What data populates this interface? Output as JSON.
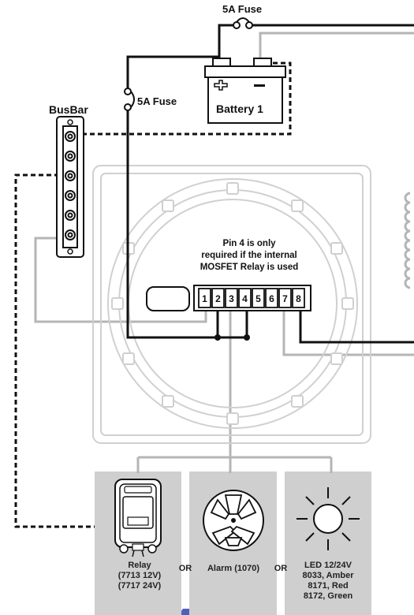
{
  "labels": {
    "fuse_top": "5A Fuse",
    "fuse_left": "5A Fuse",
    "busbar": "BusBar",
    "battery": "Battery 1",
    "note_line1": "Pin 4 is only",
    "note_line2": "required if the internal",
    "note_line3": "MOSFET Relay is used"
  },
  "pins": [
    "1",
    "2",
    "3",
    "4",
    "5",
    "6",
    "7",
    "8"
  ],
  "devices": {
    "relay": {
      "line1": "Relay",
      "line2": "(7713 12V)",
      "line3": "(7717 24V)"
    },
    "or1": "OR",
    "alarm": "Alarm (1070)",
    "or2": "OR",
    "led": {
      "line1": "LED 12/24V",
      "line2": "8033, Amber",
      "line3": "8171, Red",
      "line4": "8172, Green"
    }
  },
  "colors": {
    "wire": "#111111",
    "grey_wire": "#b5b5b5",
    "panel": "#d4d4d4",
    "device_bg": "#cfcfcf",
    "watermark": "#3e4fb3"
  }
}
